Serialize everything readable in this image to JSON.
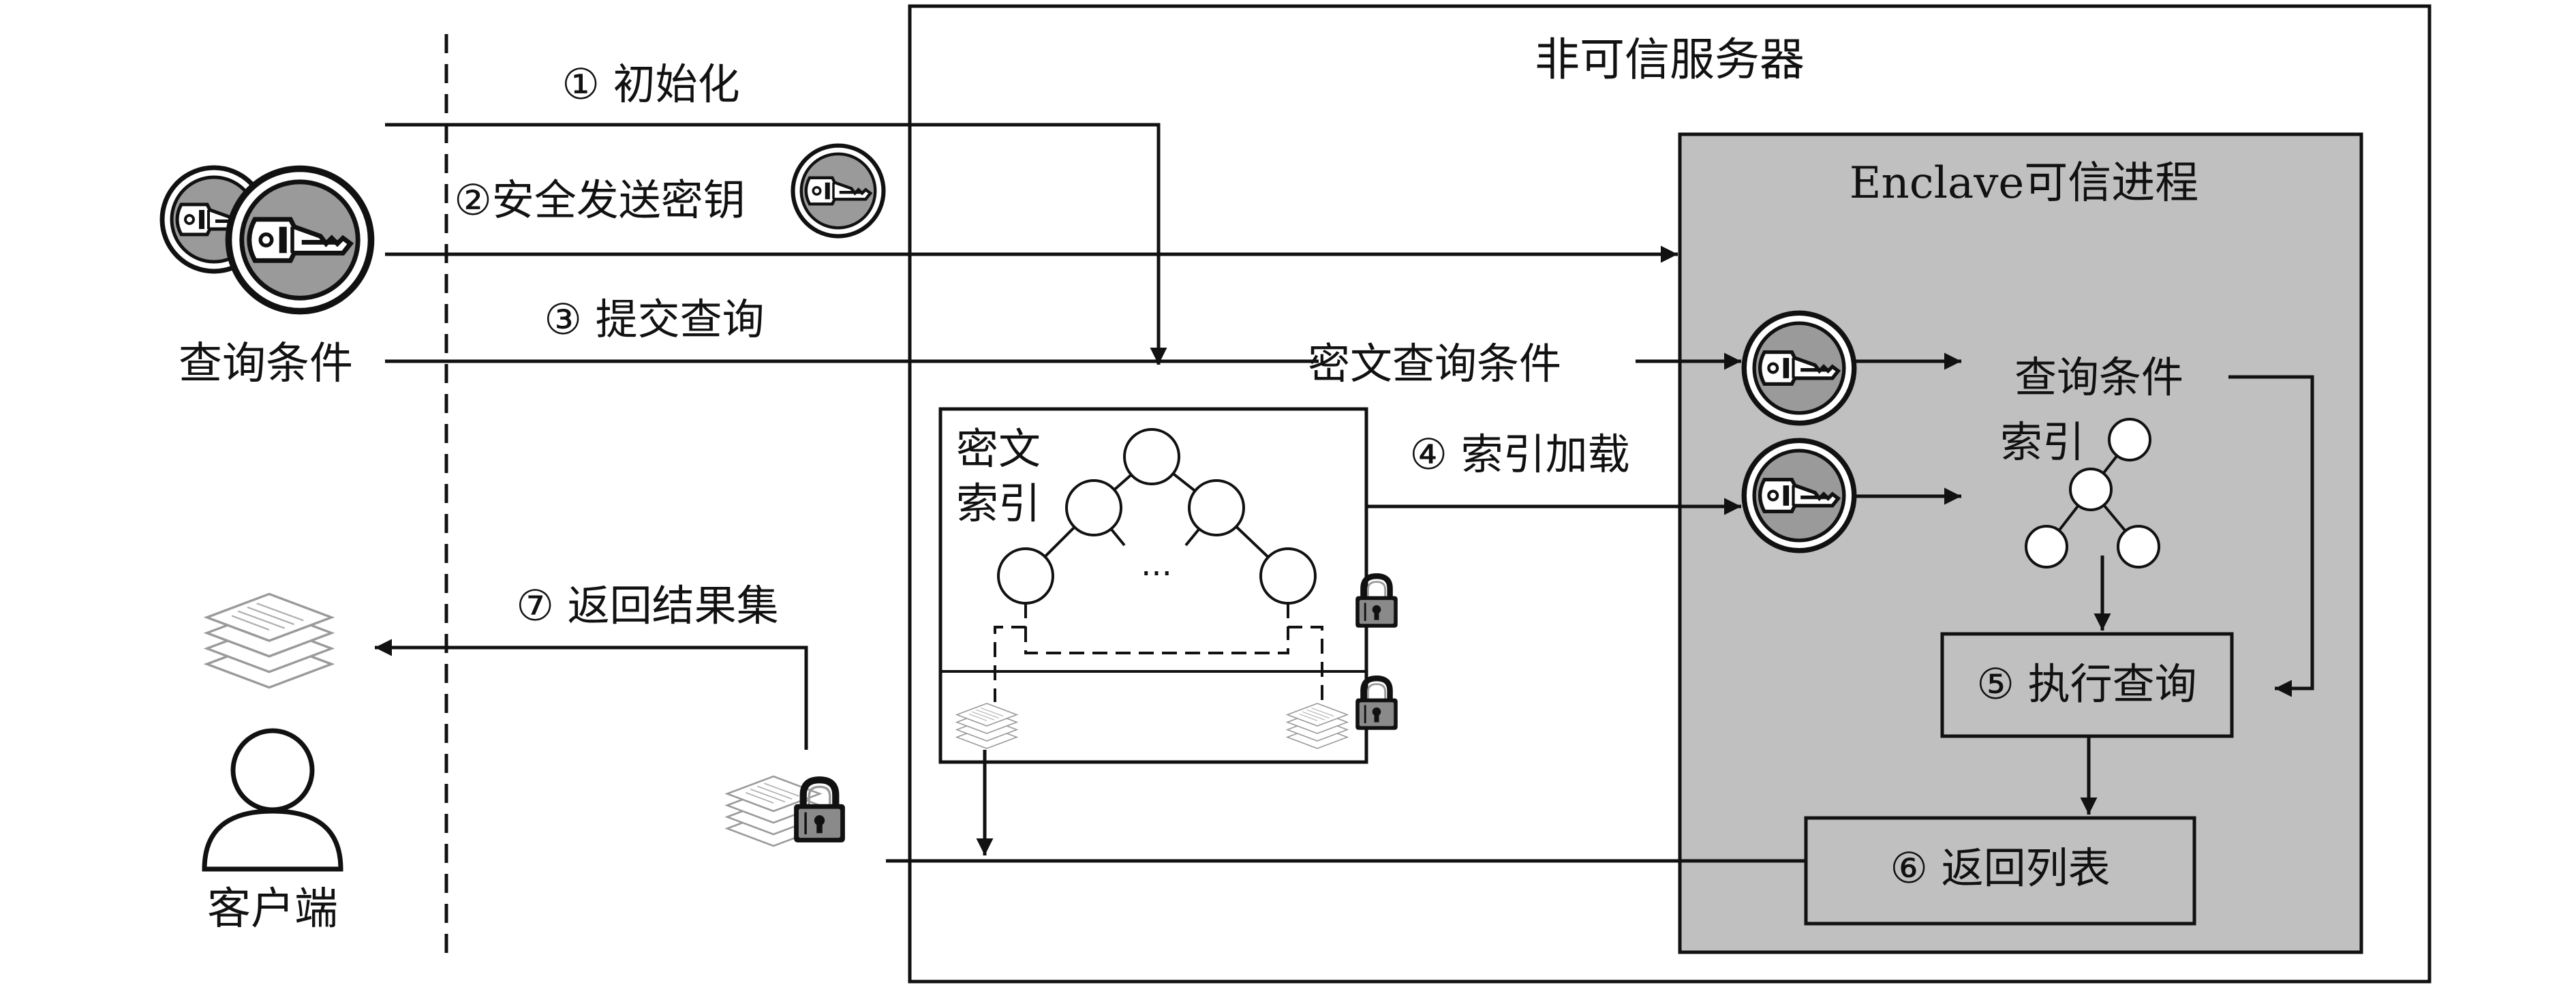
{
  "labels": {
    "server_title": "非可信服务器",
    "enclave_title": "Enclave可信进程",
    "query_condition": "查询条件",
    "client": "客户端",
    "step1": "① 初始化",
    "step2": "②安全发送密钥",
    "step3": "③ 提交查询",
    "encrypted_query": "密文查询条件",
    "step4": "④ 索引加载",
    "step5": "⑤ 执行查询",
    "step6": "⑥ 返回列表",
    "step7": "⑦ 返回结果集",
    "encrypted_index_line1": "密文",
    "encrypted_index_line2": "索引",
    "enclave_query_condition": "查询条件",
    "enclave_index": "索引",
    "ellipsis": "···"
  },
  "colors": {
    "enclave_fill": "#c0c0c0",
    "line": "#111111",
    "key_fill": "#9a9a9a",
    "page_fill": "#ffffff"
  },
  "icons": [
    "key-coin-icon",
    "padlock-icon",
    "document-stack-icon",
    "user-icon"
  ]
}
